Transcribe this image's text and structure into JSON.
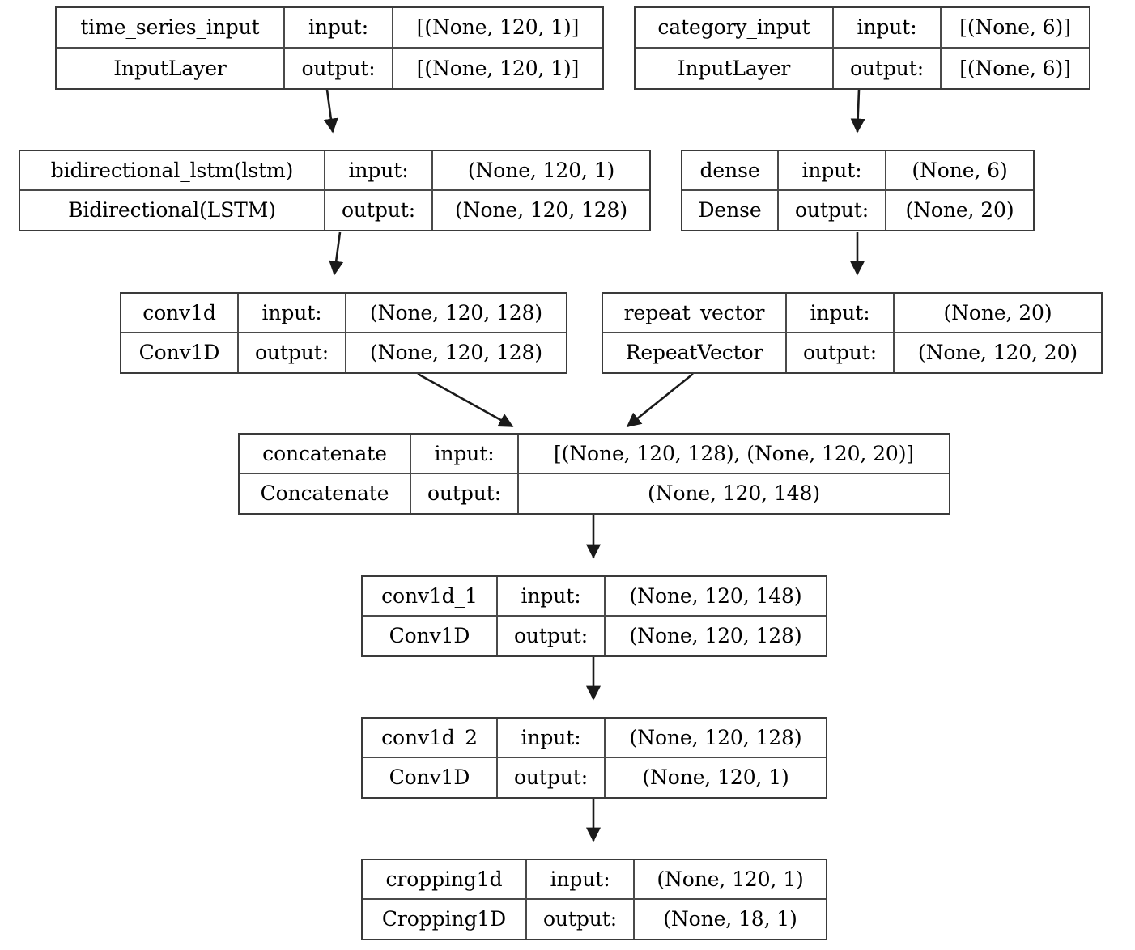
{
  "diagram": {
    "title": "Keras functional model plot",
    "type": "neural-network-architecture",
    "background_color": "#ffffff",
    "box_border_color": "#3a3a3a",
    "edge_color": "#1a1a1a",
    "text_color": "#000000",
    "labels": {
      "input": "input:",
      "output": "output:"
    }
  },
  "nodes": [
    {
      "id": "time_series_input",
      "name": "time_series_input",
      "class_name": "InputLayer",
      "input_label": "input:",
      "output_label": "output:",
      "input_shape": "[(None, 120, 1)]",
      "output_shape": "[(None, 120, 1)]"
    },
    {
      "id": "category_input",
      "name": "category_input",
      "class_name": "InputLayer",
      "input_label": "input:",
      "output_label": "output:",
      "input_shape": "[(None, 6)]",
      "output_shape": "[(None, 6)]"
    },
    {
      "id": "bidirectional_lstm",
      "name": "bidirectional_lstm(lstm)",
      "class_name": "Bidirectional(LSTM)",
      "input_label": "input:",
      "output_label": "output:",
      "input_shape": "(None, 120, 1)",
      "output_shape": "(None, 120, 128)"
    },
    {
      "id": "dense",
      "name": "dense",
      "class_name": "Dense",
      "input_label": "input:",
      "output_label": "output:",
      "input_shape": "(None, 6)",
      "output_shape": "(None, 20)"
    },
    {
      "id": "conv1d",
      "name": "conv1d",
      "class_name": "Conv1D",
      "input_label": "input:",
      "output_label": "output:",
      "input_shape": "(None, 120, 128)",
      "output_shape": "(None, 120, 128)"
    },
    {
      "id": "repeat_vector",
      "name": "repeat_vector",
      "class_name": "RepeatVector",
      "input_label": "input:",
      "output_label": "output:",
      "input_shape": "(None, 20)",
      "output_shape": "(None, 120, 20)"
    },
    {
      "id": "concatenate",
      "name": "concatenate",
      "class_name": "Concatenate",
      "input_label": "input:",
      "output_label": "output:",
      "input_shape": "[(None, 120, 128), (None, 120, 20)]",
      "output_shape": "(None, 120, 148)"
    },
    {
      "id": "conv1d_1",
      "name": "conv1d_1",
      "class_name": "Conv1D",
      "input_label": "input:",
      "output_label": "output:",
      "input_shape": "(None, 120, 148)",
      "output_shape": "(None, 120, 128)"
    },
    {
      "id": "conv1d_2",
      "name": "conv1d_2",
      "class_name": "Conv1D",
      "input_label": "input:",
      "output_label": "output:",
      "input_shape": "(None, 120, 128)",
      "output_shape": "(None, 120, 1)"
    },
    {
      "id": "cropping1d",
      "name": "cropping1d",
      "class_name": "Cropping1D",
      "input_label": "input:",
      "output_label": "output:",
      "input_shape": "(None, 120, 1)",
      "output_shape": "(None, 18, 1)"
    }
  ],
  "edges": [
    {
      "from": "time_series_input",
      "to": "bidirectional_lstm"
    },
    {
      "from": "category_input",
      "to": "dense"
    },
    {
      "from": "bidirectional_lstm",
      "to": "conv1d"
    },
    {
      "from": "dense",
      "to": "repeat_vector"
    },
    {
      "from": "conv1d",
      "to": "concatenate"
    },
    {
      "from": "repeat_vector",
      "to": "concatenate"
    },
    {
      "from": "concatenate",
      "to": "conv1d_1"
    },
    {
      "from": "conv1d_1",
      "to": "conv1d_2"
    },
    {
      "from": "conv1d_2",
      "to": "cropping1d"
    }
  ]
}
